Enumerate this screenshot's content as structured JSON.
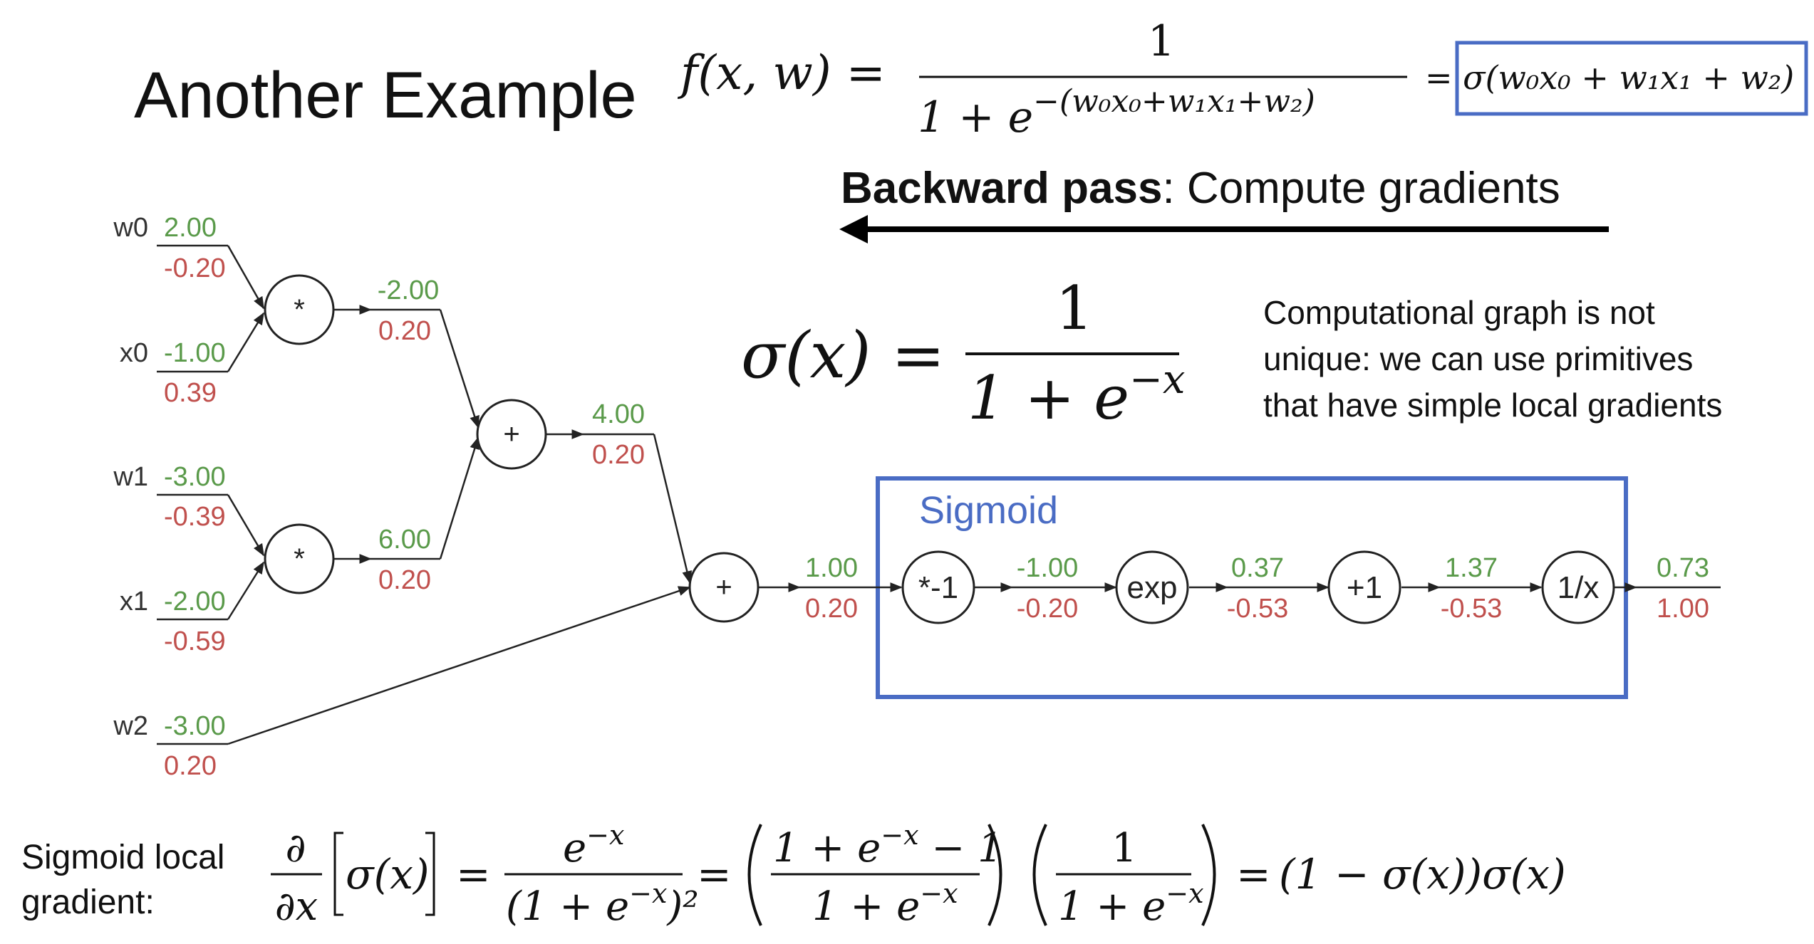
{
  "title": "Another Example",
  "header_formula": {
    "lhs": "f(x, w) =",
    "numerator": "1",
    "den_base": "1 + e",
    "den_exp": "−(w₀x₀+w₁x₁+w₂)",
    "boxed": "= σ(w₀x₀ + w₁x₁ + w₂)"
  },
  "backward": {
    "bold": "Backward pass",
    "rest": ": Compute gradients"
  },
  "sigma_def": {
    "lhs": "σ(x) =",
    "numerator": "1",
    "den_base": "1 + e",
    "den_exp": "−x"
  },
  "note": {
    "lines": [
      "Computational graph is not",
      "unique: we can use primitives",
      "that have simple local gradients"
    ]
  },
  "sigmoid_label": "Sigmoid",
  "colors": {
    "forward": "#5a9a4a",
    "backward": "#c0504d",
    "box": "#4a6cc4",
    "ink": "#222222"
  },
  "inputs": [
    {
      "name": "w0",
      "value": "2.00",
      "grad": "-0.20"
    },
    {
      "name": "x0",
      "value": "-1.00",
      "grad": "0.39"
    },
    {
      "name": "w1",
      "value": "-3.00",
      "grad": "-0.39"
    },
    {
      "name": "x1",
      "value": "-2.00",
      "grad": "-0.59"
    },
    {
      "name": "w2",
      "value": "-3.00",
      "grad": "0.20"
    }
  ],
  "nodes": [
    {
      "id": "mul0",
      "op": "*"
    },
    {
      "id": "mul1",
      "op": "*"
    },
    {
      "id": "add0",
      "op": "+"
    },
    {
      "id": "add1",
      "op": "+"
    },
    {
      "id": "neg",
      "op": "*-1"
    },
    {
      "id": "exp",
      "op": "exp"
    },
    {
      "id": "plus1",
      "op": "+1"
    },
    {
      "id": "inv",
      "op": "1/x"
    }
  ],
  "edges": [
    {
      "value": "-2.00",
      "grad": "0.20"
    },
    {
      "value": "6.00",
      "grad": "0.20"
    },
    {
      "value": "4.00",
      "grad": "0.20"
    },
    {
      "value": "1.00",
      "grad": "0.20"
    },
    {
      "value": "-1.00",
      "grad": "-0.20"
    },
    {
      "value": "0.37",
      "grad": "-0.53"
    },
    {
      "value": "1.37",
      "grad": "-0.53"
    },
    {
      "value": "0.73",
      "grad": "1.00"
    }
  ],
  "local_gradient": {
    "label_line1": "Sigmoid local",
    "label_line2": "gradient:",
    "d": "∂",
    "dx": "∂x",
    "sigma": "σ(x)",
    "eq": "=",
    "f1_num": "e",
    "f1_num_exp": "−x",
    "f1_den": "(1 + e",
    "f1_den_exp": "−x",
    "f1_den_tail": ")²",
    "f2_num": "1 + e",
    "f2_num_exp": "−x",
    "f2_num_tail": " − 1",
    "f2_den": "1 + e",
    "f2_den_exp": "−x",
    "f3_num": "1",
    "f3_den": "1 + e",
    "f3_den_exp": "−x",
    "result": "(1 − σ(x))σ(x)"
  }
}
